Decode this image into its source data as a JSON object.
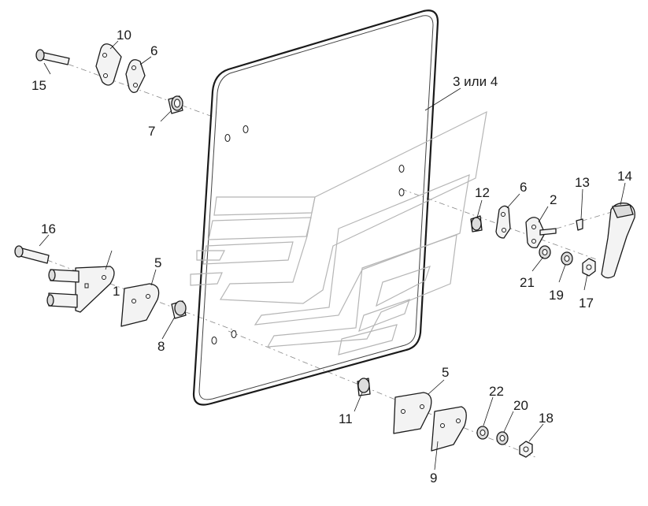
{
  "diagram": {
    "type": "exploded-assembly",
    "callouts": {
      "glass": "3 или 4",
      "p1": "1",
      "p2": "2",
      "p5a": "5",
      "p5b": "5",
      "p6a": "6",
      "p6b": "6",
      "p7": "7",
      "p8": "8",
      "p9": "9",
      "p10": "10",
      "p11": "11",
      "p12": "12",
      "p13": "13",
      "p14": "14",
      "p15": "15",
      "p16": "16",
      "p17": "17",
      "p18": "18",
      "p19": "19",
      "p20": "20",
      "p21": "21",
      "p22": "22"
    }
  }
}
